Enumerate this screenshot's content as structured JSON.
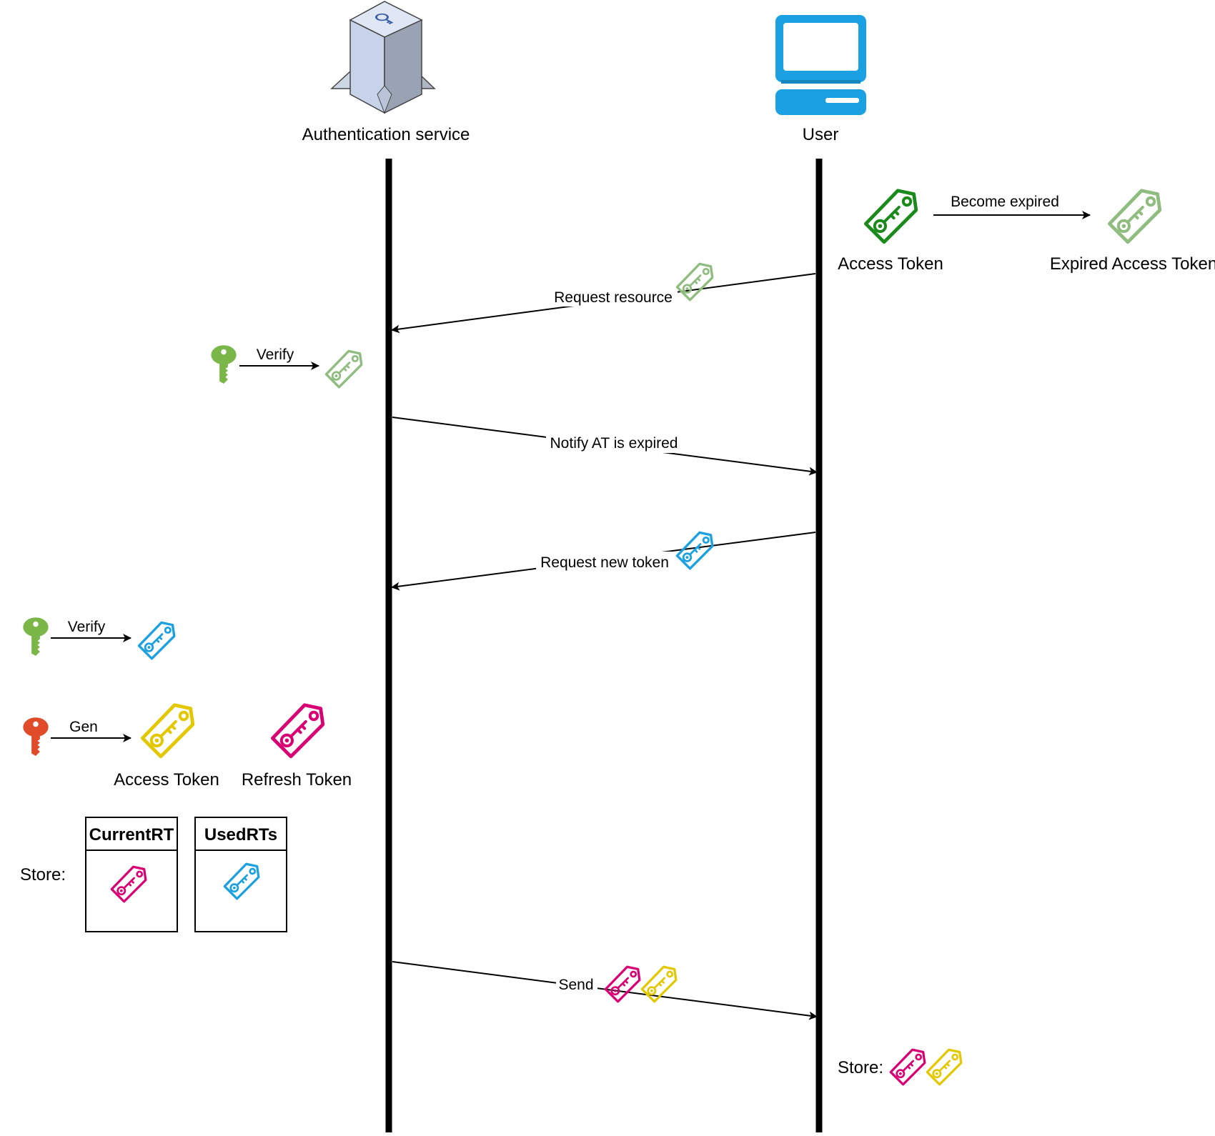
{
  "actors": {
    "auth": {
      "label": "Authentication service"
    },
    "user": {
      "label": "User"
    }
  },
  "legend": {
    "access_token": "Access Token",
    "expired_access_token": "Expired Access Token",
    "become_expired": "Become expired"
  },
  "messages": {
    "request_resource": "Request resource",
    "notify_expired": "Notify AT is expired",
    "request_new_token": "Request new token",
    "send": "Send"
  },
  "auth_actions": {
    "verify1": "Verify",
    "verify2": "Verify",
    "gen": "Gen",
    "access_token": "Access Token",
    "refresh_token": "Refresh Token",
    "store": "Store:",
    "current_rt": "CurrentRT",
    "used_rts": "UsedRTs"
  },
  "user_store": {
    "label": "Store:"
  },
  "colors": {
    "access_green": "#1a8a1a",
    "expired_green": "#8fbc7f",
    "blue_token": "#1ba1e2",
    "pink_token": "#d80073",
    "yellow_token": "#e3c800",
    "key_green": "#7ab648",
    "key_red": "#e04b2a",
    "monitor_blue": "#1ba1e2"
  },
  "icons": {
    "auth_service": "hexagon-server-icon",
    "user": "desktop-computer-icon",
    "token": "key-tag-icon",
    "key": "key-icon"
  }
}
